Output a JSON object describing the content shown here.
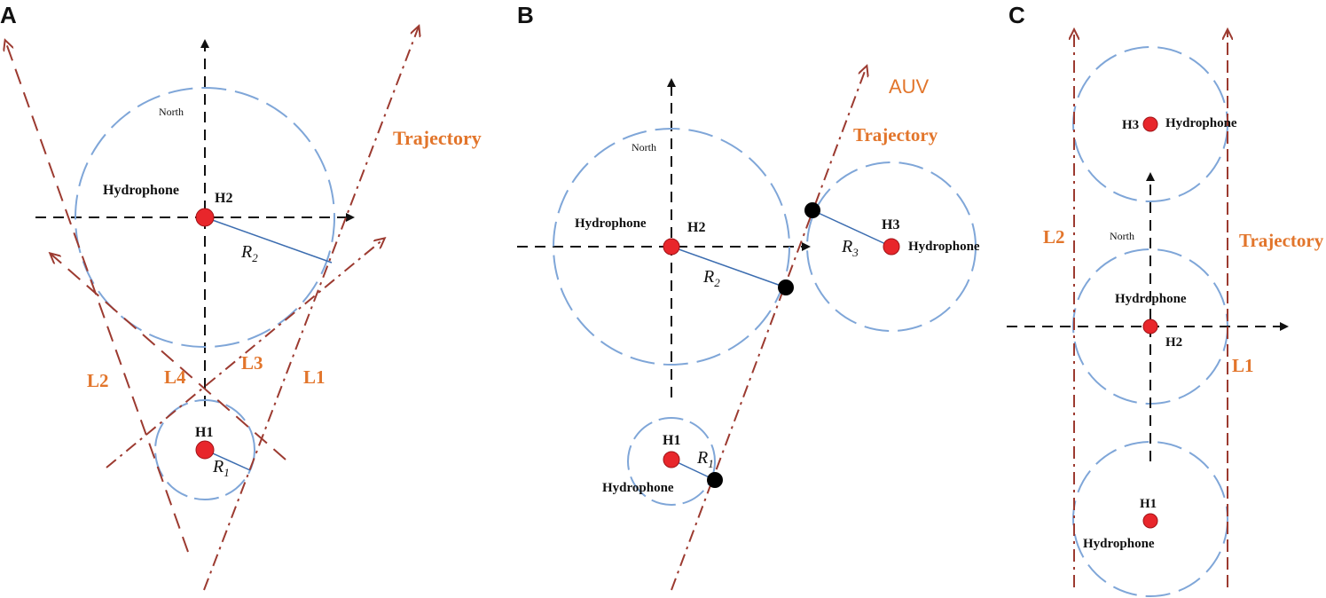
{
  "panels": {
    "a": {
      "letter": "A",
      "north": "North",
      "hydrophone": "Hydrophone",
      "h2": "H2",
      "h1": "H1",
      "r2": "R",
      "r2_sub": "2",
      "r1": "R",
      "r1_sub": "1",
      "trajectory": "Trajectory",
      "l1": "L1",
      "l2": "L2",
      "l3": "L3",
      "l4": "L4"
    },
    "b": {
      "letter": "B",
      "auv": "AUV",
      "trajectory": "Trajectory",
      "north": "North",
      "hydrophone_h2": "Hydrophone",
      "h2": "H2",
      "r2": "R",
      "r2_sub": "2",
      "h3": "H3",
      "r3": "R",
      "r3_sub": "3",
      "hydrophone_h3": "Hydrophone",
      "h1": "H1",
      "r1": "R",
      "r1_sub": "1",
      "hydrophone_h1": "Hydrophone"
    },
    "c": {
      "letter": "C",
      "h3": "H3",
      "hydrophone_h3": "Hydrophone",
      "l2": "L2",
      "trajectory": "Trajectory",
      "north": "North",
      "hydrophone_h2": "Hydrophone",
      "h2": "H2",
      "l1": "L1",
      "h1": "H1",
      "hydrophone_h1": "Hydrophone"
    }
  },
  "colors": {
    "circle": "#7fa6d8",
    "trajectory": "#9c3a30",
    "node": "#e8262b",
    "contact": "#000000",
    "label": "#e2752b"
  }
}
